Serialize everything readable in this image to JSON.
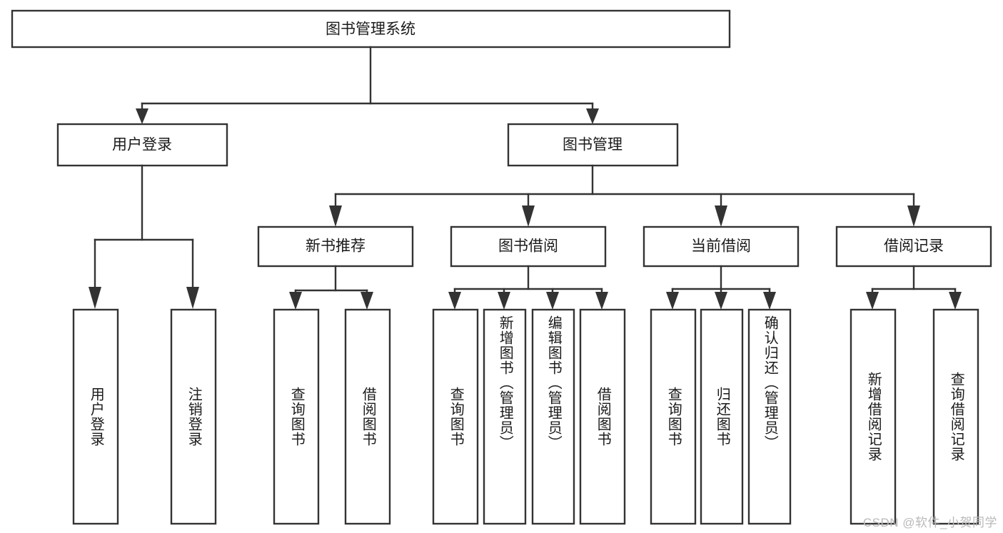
{
  "diagram": {
    "type": "hierarchy-tree",
    "root": {
      "id": "root",
      "label": "图书管理系统",
      "orientation": "horizontal"
    },
    "level2": [
      {
        "id": "user-login",
        "label": "用户登录",
        "orientation": "horizontal"
      },
      {
        "id": "book-management",
        "label": "图书管理",
        "orientation": "horizontal"
      }
    ],
    "level3": [
      {
        "id": "new-book-recommend",
        "label": "新书推荐",
        "orientation": "horizontal",
        "parent": "book-management"
      },
      {
        "id": "book-borrow",
        "label": "图书借阅",
        "orientation": "horizontal",
        "parent": "book-management"
      },
      {
        "id": "current-borrow",
        "label": "当前借阅",
        "orientation": "horizontal",
        "parent": "book-management"
      },
      {
        "id": "borrow-record",
        "label": "借阅记录",
        "orientation": "horizontal",
        "parent": "book-management"
      }
    ],
    "leaves": [
      {
        "id": "leaf-user-login",
        "label": "用户登录",
        "parent": "user-login",
        "orientation": "vertical"
      },
      {
        "id": "leaf-logout",
        "label": "注销登录",
        "parent": "user-login",
        "orientation": "vertical"
      },
      {
        "id": "leaf-query-book-1",
        "label": "查询图书",
        "parent": "new-book-recommend",
        "orientation": "vertical"
      },
      {
        "id": "leaf-borrow-book-1",
        "label": "借阅图书",
        "parent": "new-book-recommend",
        "orientation": "vertical"
      },
      {
        "id": "leaf-query-book-2",
        "label": "查询图书",
        "parent": "book-borrow",
        "orientation": "vertical"
      },
      {
        "id": "leaf-add-book",
        "label": "新增图书（管理员）",
        "parent": "book-borrow",
        "orientation": "vertical"
      },
      {
        "id": "leaf-edit-book",
        "label": "编辑图书（管理员）",
        "parent": "book-borrow",
        "orientation": "vertical"
      },
      {
        "id": "leaf-borrow-book-2",
        "label": "借阅图书",
        "parent": "book-borrow",
        "orientation": "vertical"
      },
      {
        "id": "leaf-query-book-3",
        "label": "查询图书",
        "parent": "current-borrow",
        "orientation": "vertical"
      },
      {
        "id": "leaf-return-book",
        "label": "归还图书",
        "parent": "current-borrow",
        "orientation": "vertical"
      },
      {
        "id": "leaf-confirm-return",
        "label": "确认归还（管理员）",
        "parent": "current-borrow",
        "orientation": "vertical"
      },
      {
        "id": "leaf-add-record",
        "label": "新增借阅记录",
        "parent": "borrow-record",
        "orientation": "vertical"
      },
      {
        "id": "leaf-query-record",
        "label": "查询借阅记录",
        "parent": "borrow-record",
        "orientation": "vertical"
      }
    ],
    "colors": {
      "box_stroke": "#333333",
      "box_fill": "#ffffff",
      "text": "#1a1a1a",
      "background": "#ffffff",
      "watermark": "#b9b9b9"
    }
  },
  "watermark": {
    "text": "CSDN @软件_小贺同学"
  }
}
